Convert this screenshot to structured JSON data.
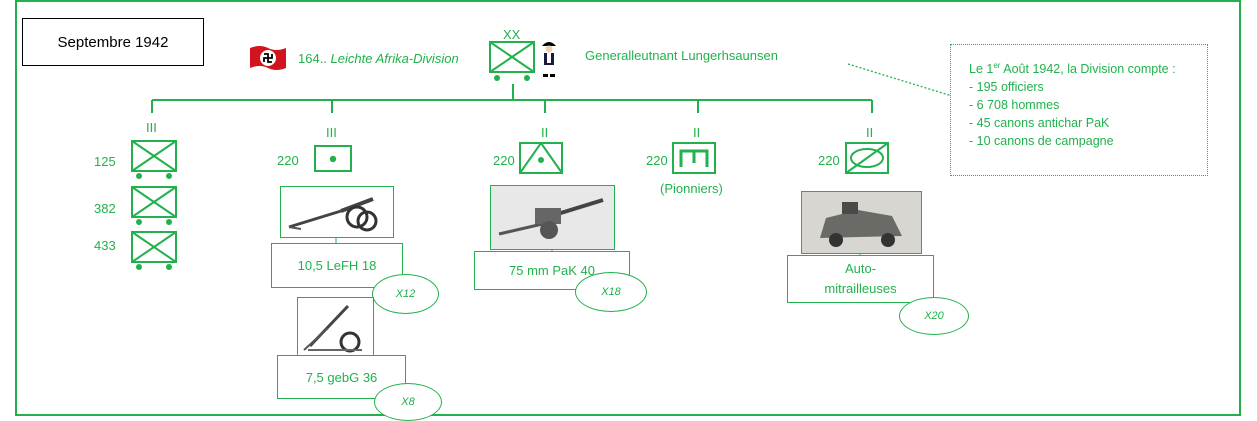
{
  "header": {
    "date": "Septembre 1942",
    "division_prefix": "164..",
    "division_name": "Leichte Afrika-Division",
    "division_echelon": "XX",
    "commander": "Generalleutnant Lungerhsaunsen"
  },
  "note": {
    "line1_a": "Le 1",
    "line1_sup": "er",
    "line1_b": " Août 1942, la Division compte :",
    "items": [
      "- 195 officiers",
      "- 6 708 hommes",
      "- 45 canons antichar PaK",
      "- 10 canons de campagne"
    ]
  },
  "units": {
    "infantry": {
      "echelon": "III",
      "regiments": [
        "125",
        "382",
        "433"
      ]
    },
    "artillery": {
      "echelon": "III",
      "number": "220",
      "guns": [
        {
          "name": "10,5 LeFH 18",
          "qty": "X12"
        },
        {
          "name": "7,5 gebG 36",
          "qty": "X8"
        }
      ]
    },
    "antitank": {
      "echelon": "II",
      "number": "220",
      "gun": "75 mm PaK 40",
      "qty": "X18"
    },
    "pioneers": {
      "echelon": "II",
      "number": "220",
      "label": "(Pionniers)"
    },
    "recon": {
      "echelon": "II",
      "number": "220",
      "vehicle_line1": "Auto-",
      "vehicle_line2": "mitrailleuses",
      "qty": "X20"
    }
  },
  "colors": {
    "accent": "#22b14c",
    "flag_red": "#d2141e"
  }
}
